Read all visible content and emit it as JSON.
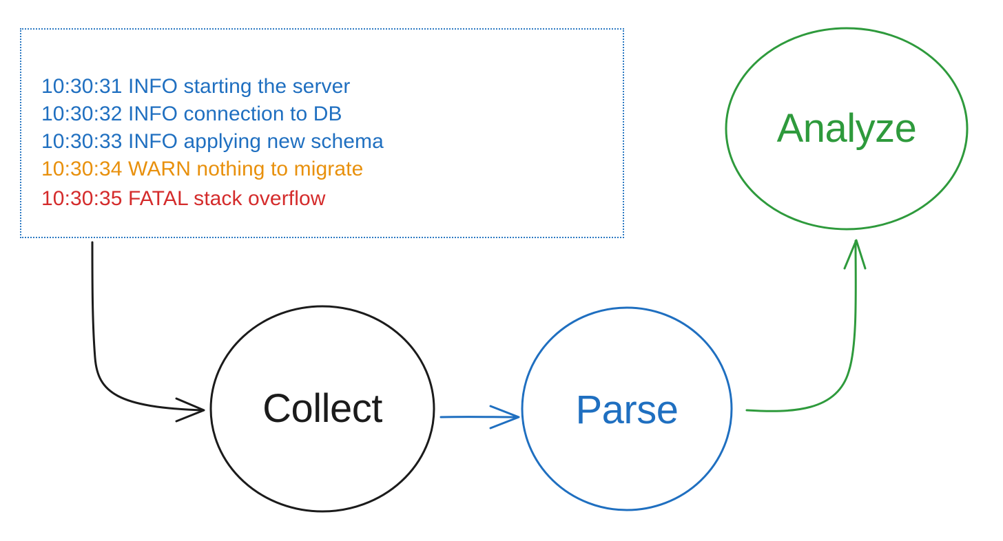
{
  "log_lines": [
    {
      "time": "10:30:31",
      "level": "INFO",
      "message": "starting the server",
      "color": "#1f6fc0"
    },
    {
      "time": "10:30:32",
      "level": "INFO",
      "message": "connection to DB",
      "color": "#1f6fc0"
    },
    {
      "time": "10:30:33",
      "level": "INFO",
      "message": "applying new schema",
      "color": "#1f6fc0"
    },
    {
      "time": "10:30:34",
      "level": "WARN",
      "message": "nothing to migrate",
      "color": "#e8900c"
    },
    {
      "time": "10:30:35",
      "level": "FATAL",
      "message": "stack overflow",
      "color": "#d42b2b"
    }
  ],
  "nodes": {
    "collect": {
      "label": "Collect",
      "color": "#1b1b1b"
    },
    "parse": {
      "label": "Parse",
      "color": "#1f6fc0"
    },
    "analyze": {
      "label": "Analyze",
      "color": "#2e9a3c"
    }
  },
  "colors": {
    "log_border": "#2a78c2",
    "arrow_log_to_collect": "#1b1b1b",
    "arrow_collect_to_parse": "#1f6fc0",
    "arrow_parse_to_analyze": "#2e9a3c"
  }
}
